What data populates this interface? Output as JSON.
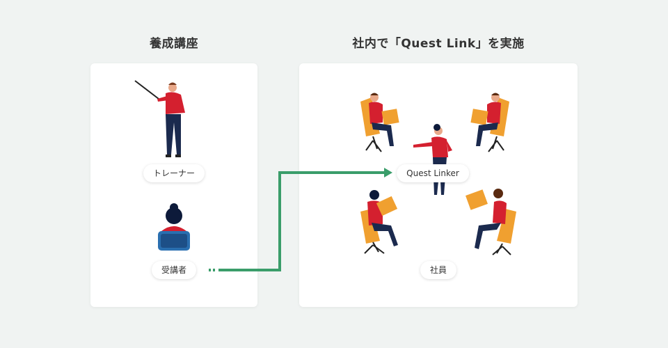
{
  "sections": {
    "training": {
      "title": "養成講座"
    },
    "in_house": {
      "title": "社内で「Quest Link」を実施"
    }
  },
  "labels": {
    "trainer": "トレーナー",
    "trainee": "受講者",
    "quest_linker": "Quest Linker",
    "employees": "社員"
  },
  "colors": {
    "background": "#f0f3f2",
    "accent_red": "#d4202f",
    "navy": "#1b2a4e",
    "chair_orange": "#f0a030",
    "arrow_green": "#3a9d6a",
    "monitor_blue": "#2a6fb0"
  }
}
